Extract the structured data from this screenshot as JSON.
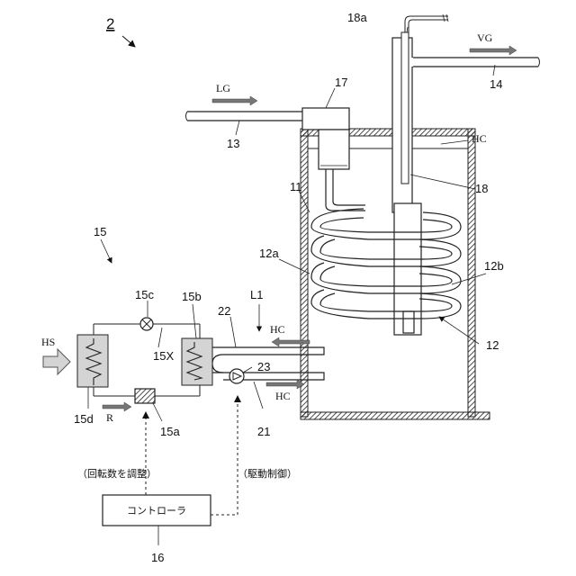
{
  "figure_number": "2",
  "labels": {
    "l18a": "18a",
    "vg": "VG",
    "l14": "14",
    "l17": "17",
    "lg": "LG",
    "l13": "13",
    "hc_top": "HC",
    "l11": "11",
    "l18": "18",
    "l15": "15",
    "l12a": "12a",
    "l12b": "12b",
    "l1": "L1",
    "l15c": "15c",
    "l15b": "15b",
    "l22": "22",
    "hc_in": "HC",
    "hs": "HS",
    "l15x": "15X",
    "l23": "23",
    "l12": "12",
    "hc_out": "HC",
    "r": "R",
    "l15d": "15d",
    "l15a": "15a",
    "l21": "21",
    "rotation_note": "（回転数を調整）",
    "drive_note": "（駆動制御）",
    "controller": "コントローラ",
    "l16": "16"
  },
  "colors": {
    "line": "#222222",
    "fill_grey": "#d4d4d4",
    "arrow_grey": "#777777",
    "hatch": "#222222"
  }
}
